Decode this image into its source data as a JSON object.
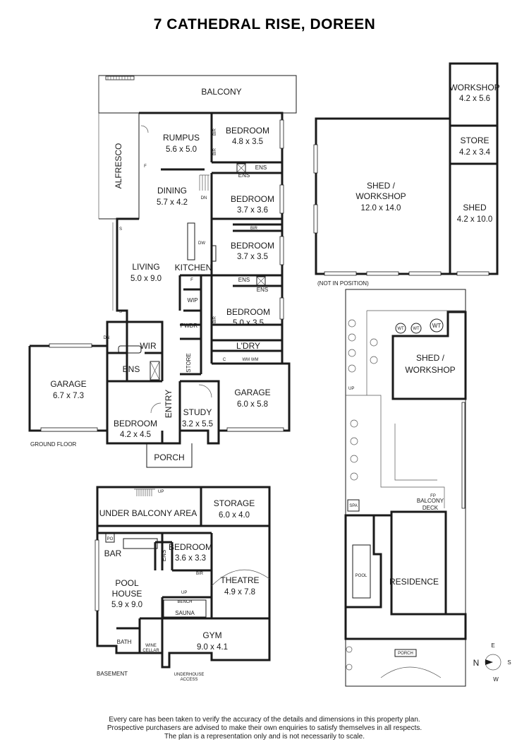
{
  "title": "7 CATHEDRAL RISE, DOREEN",
  "floors": {
    "ground": "GROUND FLOOR",
    "basement": "BASEMENT"
  },
  "rooms": {
    "balcony": "BALCONY",
    "alfresco": "ALFRESCO",
    "rumpus": {
      "name": "RUMPUS",
      "dims": "5.6 x 5.0"
    },
    "dining": {
      "name": "DINING",
      "dims": "5.7 x 4.2"
    },
    "bedroom1": {
      "name": "BEDROOM",
      "dims": "4.8 x 3.5"
    },
    "bedroom2": {
      "name": "BEDROOM",
      "dims": "3.7 x 3.6"
    },
    "bedroom3": {
      "name": "BEDROOM",
      "dims": "3.7 x 3.5"
    },
    "bedroom4": {
      "name": "BEDROOM",
      "dims": "5.0 x 3.5"
    },
    "bedroom5": {
      "name": "BEDROOM",
      "dims": "4.2 x 4.5"
    },
    "living": {
      "name": "LIVING",
      "dims": "5.0 x 9.0"
    },
    "kitchen": "KITCHEN",
    "garage1": {
      "name": "GARAGE",
      "dims": "6.7 x 7.3"
    },
    "garage2": {
      "name": "GARAGE",
      "dims": "6.0 x 5.8"
    },
    "study": {
      "name": "STUDY",
      "dims": "3.2 x 5.5"
    },
    "entry": "ENTRY",
    "porch": "PORCH",
    "ldry": "L'DRY",
    "wir": "WIR",
    "wip": "WIP",
    "pwdr": "PWDR",
    "store_small": "STORE",
    "ens": "ENS",
    "bir": "BIR",
    "wm": "WM WM",
    "c": "C",
    "f": "F",
    "dn": "DN",
    "s": "S",
    "dw": "DW"
  },
  "outbuilding": {
    "workshop": {
      "name": "WORKSHOP",
      "dims": "4.2 x 5.6"
    },
    "store": {
      "name": "STORE",
      "dims": "4.2 x 3.4"
    },
    "shed": {
      "name": "SHED",
      "dims": "4.2 x 10.0"
    },
    "shed_workshop": {
      "name1": "SHED /",
      "name2": "WORKSHOP",
      "dims": "12.0 x 14.0"
    },
    "note": "(NOT IN POSITION)"
  },
  "basement": {
    "under_balcony": "UNDER BALCONY AREA",
    "storage": {
      "name": "STORAGE",
      "dims": "6.0 x 4.0"
    },
    "bar": "BAR",
    "po": "PO",
    "bedroom": {
      "name": "BEDROOM",
      "dims": "3.6 x 3.3"
    },
    "ens": "ENS",
    "bir": "BIR",
    "pool_house": {
      "name1": "POOL",
      "name2": "HOUSE",
      "dims": "5.9 x 9.0"
    },
    "theatre": {
      "name": "THEATRE",
      "dims": "4.9 x 7.8"
    },
    "bench": "BENCH",
    "sauna": "SAUNA",
    "gym": {
      "name": "GYM",
      "dims": "9.0 x 4.1"
    },
    "bath": "BATH",
    "wine1": "WINE",
    "wine2": "CELLAR",
    "under1": "UNDERHOUSE",
    "under2": "ACCESS",
    "up": "UP"
  },
  "site": {
    "shed_workshop1": "SHED /",
    "shed_workshop2": "WORKSHOP",
    "residence": "RESIDENCE",
    "balcony_deck1": "BALCONY",
    "balcony_deck2": "DECK",
    "pool": "POOL",
    "spa": "SPA",
    "porch": "PORCH",
    "wt": "WT",
    "fp": "FP",
    "up": "UP"
  },
  "compass": {
    "n": "N",
    "e": "E",
    "s": "S",
    "w": "W"
  },
  "disclaimer": [
    "Every care has been taken to verify the accuracy of the details and dimensions in this property plan.",
    "Prospective purchasers are advised to make their own enquiries to satisfy themselves in all respects.",
    "The plan is a representation only and is not necessarily to scale."
  ]
}
